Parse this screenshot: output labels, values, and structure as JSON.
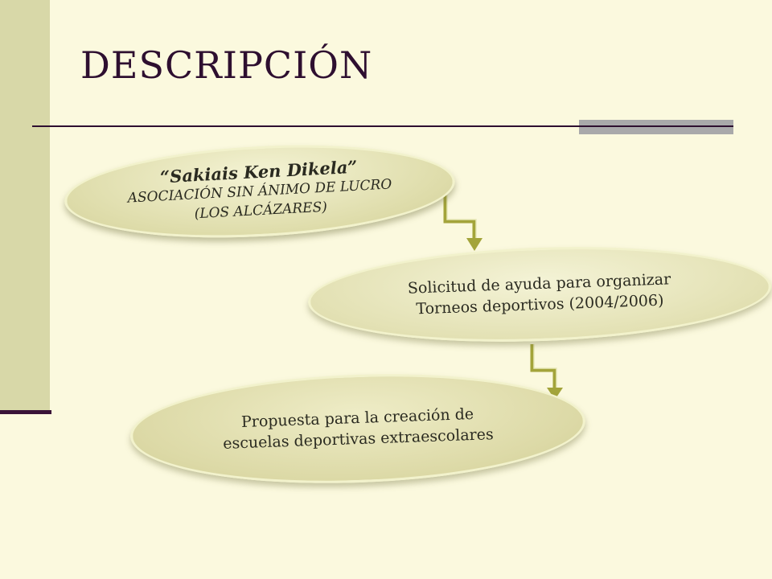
{
  "slide": {
    "title": "DESCRIPCIÓN"
  },
  "diagram": {
    "nodes": [
      {
        "title": "“Sakiais Ken Dikela”",
        "lines": [
          "ASOCIACIÓN SIN ÁNIMO DE LUCRO",
          "(LOS ALCÁZARES)"
        ]
      },
      {
        "lines": [
          "Solicitud de ayuda para organizar",
          "Torneos deportivos (2004/2006)"
        ]
      },
      {
        "lines": [
          "Propuesta para la creación de",
          "escuelas deportivas extraescolares"
        ]
      }
    ]
  },
  "colors": {
    "background": "#fbf9de",
    "title": "#2e0f30",
    "sidebar": "#d8d8a8",
    "connector": "#a3a43a"
  }
}
